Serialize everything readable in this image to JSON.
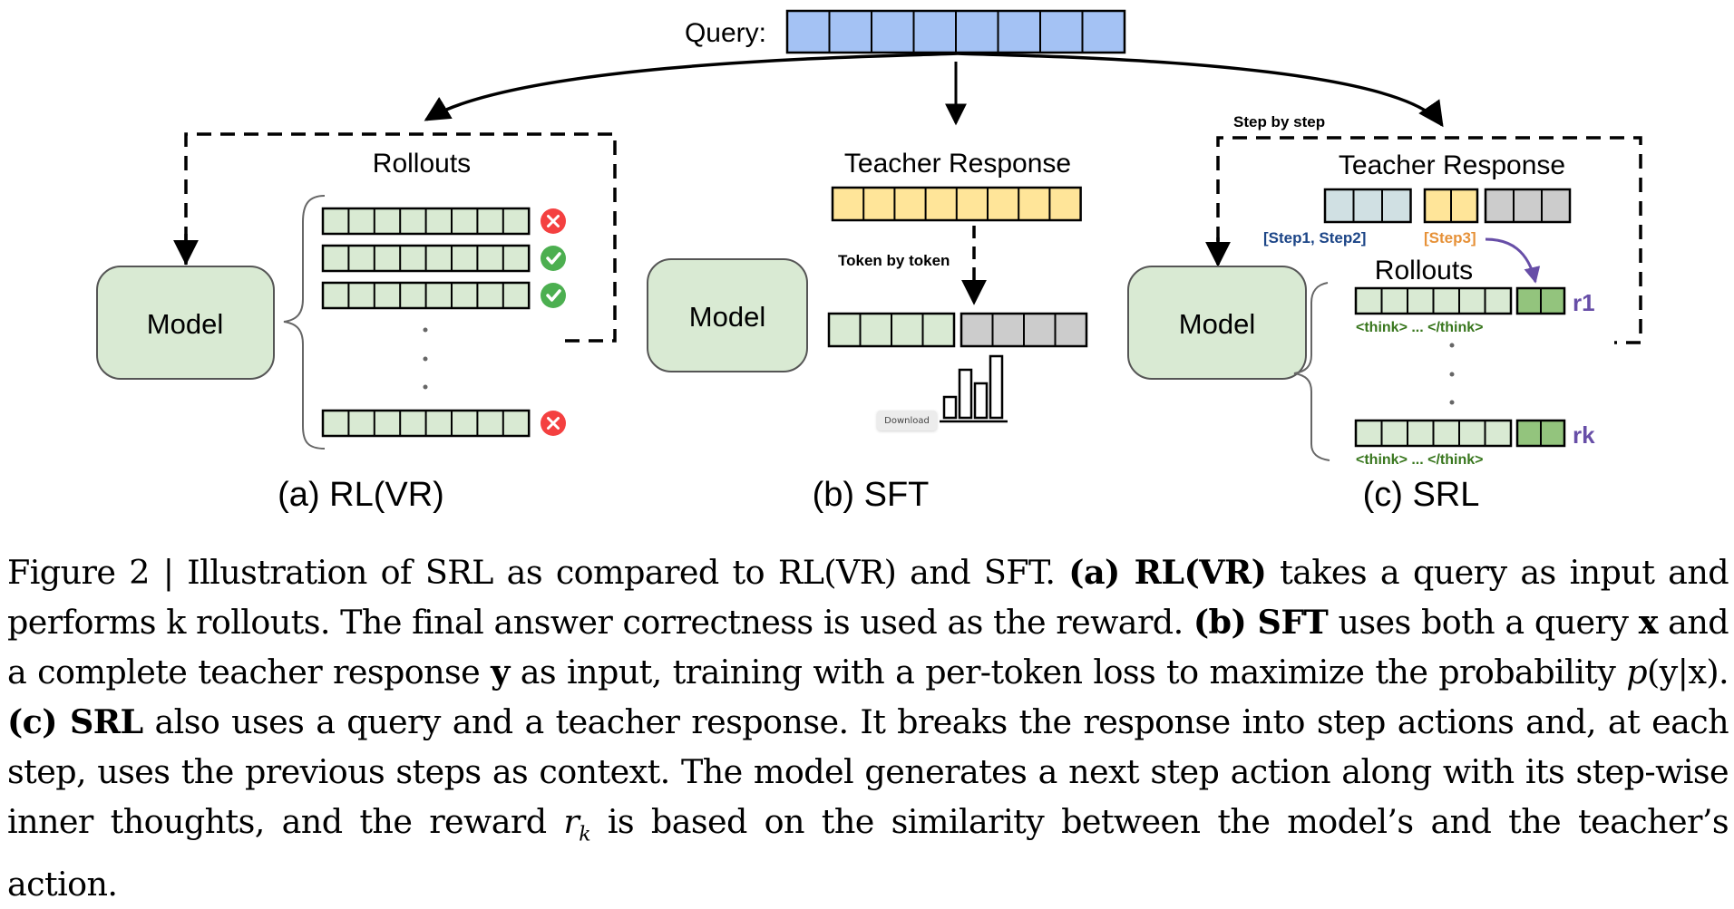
{
  "figure": {
    "query_label": "Query:",
    "query_tokens": 8,
    "panel_a": {
      "model_label": "Model",
      "rollouts_label": "Rollouts",
      "rollouts": [
        {
          "tokens": 8,
          "result": "incorrect",
          "icon": "x-icon"
        },
        {
          "tokens": 8,
          "result": "correct",
          "icon": "check-icon"
        },
        {
          "tokens": 8,
          "result": "correct",
          "icon": "check-icon"
        },
        {
          "tokens": 8,
          "result": "incorrect",
          "icon": "x-icon"
        }
      ],
      "ellipsis": "⋮",
      "caption": "(a) RL(VR)"
    },
    "panel_b": {
      "model_label": "Model",
      "teacher_label": "Teacher Response",
      "teacher_tokens": 8,
      "arrow_label": "Token by token",
      "generated_tokens": 4,
      "pending_tokens": 4,
      "distribution_icon": "bar-chart-icon",
      "caption": "(b) SFT"
    },
    "panel_c": {
      "model_label": "Model",
      "arrow_label": "Step by step",
      "teacher_label": "Teacher Response",
      "context_tokens": 3,
      "target_tokens": 2,
      "future_tokens": 3,
      "context_label": "[Step1, Step2]",
      "target_label": "[Step3]",
      "rollouts_label": "Rollouts",
      "rollouts": [
        {
          "think_tokens": 6,
          "action_tokens": 2,
          "think_label": "<think> ... </think>",
          "reward_label": "r1"
        },
        {
          "think_tokens": 6,
          "action_tokens": 2,
          "think_label": "<think> ... </think>",
          "reward_label": "rk"
        }
      ],
      "caption": "(c) SRL"
    },
    "colors": {
      "query": "#a4c2f4",
      "model": "#d9ead3",
      "rollout_token": "#d9ead3",
      "teacher_token": "#ffe599",
      "context_token": "#d0e0e3",
      "pending_token": "#cccccc",
      "action_token": "#93c47d",
      "correct": "#4caf50",
      "incorrect": "#f44040",
      "context_text": "#1c4587",
      "target_text": "#e69138",
      "reward_text": "#674ea7",
      "think_text": "#38761d"
    }
  },
  "download_button": {
    "label": "Download"
  },
  "caption": {
    "prefix": "Figure 2 | Illustration of SRL as compared to RL(VR) and SFT. ",
    "a_tag": "(a) RL(VR)",
    "a_text": " takes a query as input and performs k rollouts. The final answer correctness is used as the reward. ",
    "b_tag": "(b) SFT",
    "b_text1": " uses both a query ",
    "x": "x",
    "b_text2": " and a complete teacher response ",
    "y": "y",
    "b_text3": " as input, training with a per-token loss to maximize the probability ",
    "prob_p": "p",
    "prob_args": "(y|x)",
    "b_text4": ". ",
    "c_tag": "(c) SRL",
    "c_text1": " also uses a query and a teacher response. It breaks the response into step actions and, at each step, uses the previous steps as context. The model generates a next step action along with its step-wise inner thoughts, and the reward ",
    "r": "r",
    "r_sub": "k",
    "c_text2": " is based on the similarity between the model’s and the teacher’s action."
  }
}
